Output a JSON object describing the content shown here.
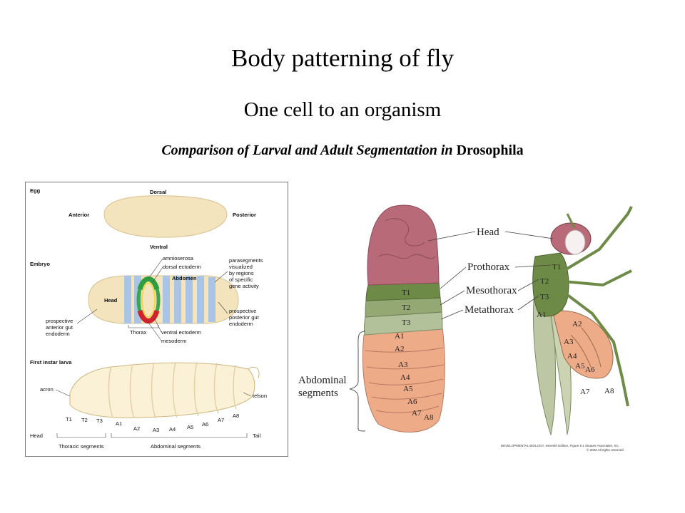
{
  "header": {
    "title": "Body patterning of fly",
    "subtitle": "One cell to an organism",
    "caption_italic": "Comparison of Larval and Adult Segmentation in ",
    "caption_bold": "Drosophila"
  },
  "left_panel": {
    "egg": {
      "heading": "Egg",
      "dorsal": "Dorsal",
      "ventral": "Ventral",
      "anterior": "Anterior",
      "posterior": "Posterior"
    },
    "embryo": {
      "heading": "Embryo",
      "head": "Head",
      "abdomen": "Abdomen",
      "thorax": "Thorax",
      "amnioserosa": "amnioserosa",
      "dorsal_ectoderm": "dorsal ectoderm",
      "ventral_ectoderm": "ventral ectoderm",
      "mesoderm": "mesoderm",
      "parasegments": [
        "parasegments",
        "visualized",
        "by regions",
        "of specific",
        "gene activity"
      ],
      "anterior_gut": [
        "prospective",
        "anterior gut",
        "endoderm"
      ],
      "posterior_gut": [
        "prospective",
        "posterior gut",
        "endoderm"
      ]
    },
    "larva": {
      "heading": "First instar larva",
      "acron": "acron",
      "telson": "telson",
      "segments_top": [
        "T1",
        "T2",
        "T3",
        "A7",
        "A8"
      ],
      "segments_bottom": [
        "A1",
        "A2",
        "A3",
        "A4",
        "A5",
        "A6"
      ],
      "head": "Head",
      "tail": "Tail",
      "thoracic_segments": "Thoracic segments",
      "abdominal_segments": "Abdominal segments"
    }
  },
  "right_panel": {
    "head": "Head",
    "prothorax": "Prothorax",
    "mesothorax": "Mesothorax",
    "metathorax": "Metathorax",
    "abdominal_segments": [
      "Abdominal",
      "segments"
    ],
    "larva_segments": [
      "T1",
      "T2",
      "T3",
      "A1",
      "A2",
      "A3",
      "A4",
      "A5",
      "A6",
      "A7",
      "A8"
    ],
    "adult_segments": [
      "T1",
      "T2",
      "T3",
      "A1",
      "A2",
      "A3",
      "A4",
      "A5",
      "A6",
      "A7",
      "A8"
    ],
    "credit": [
      "DEVELOPMENTAL BIOLOGY, Seventh Edition, Figure 9.1 Sinauer Associates, Inc.",
      "© 2003 All rights reserved."
    ]
  },
  "colors": {
    "egg": "#f4e4bd",
    "stripe": "#a9c4e4",
    "head_pink": "#b96a78",
    "thorax1": "#6e8a47",
    "thorax2": "#93a873",
    "thorax3": "#b2c19a",
    "abdomen": "#eeab88"
  }
}
